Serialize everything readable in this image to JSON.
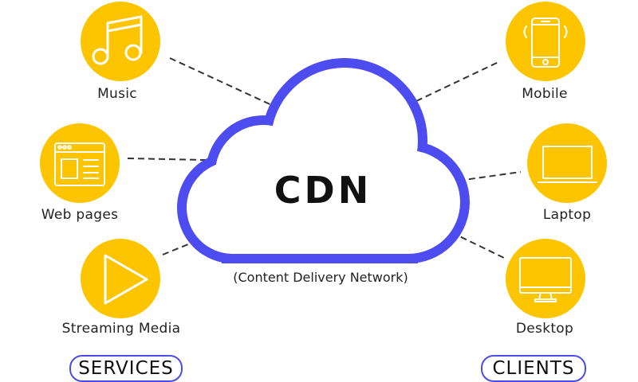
{
  "center": {
    "title": "CDN",
    "subtitle": "(Content Delivery Network)"
  },
  "services": {
    "heading": "SERVICES",
    "items": [
      {
        "label": "Music",
        "icon": "music-note-icon"
      },
      {
        "label": "Web pages",
        "icon": "web-page-icon"
      },
      {
        "label": "Streaming Media",
        "icon": "play-icon"
      }
    ]
  },
  "clients": {
    "heading": "CLIENTS",
    "items": [
      {
        "label": "Mobile",
        "icon": "mobile-phone-icon"
      },
      {
        "label": "Laptop",
        "icon": "laptop-icon"
      },
      {
        "label": "Desktop",
        "icon": "desktop-monitor-icon"
      }
    ]
  },
  "colors": {
    "cloud_outline": "#4c4cf0",
    "node_fill": "#fcc500",
    "connector": "#333333"
  }
}
